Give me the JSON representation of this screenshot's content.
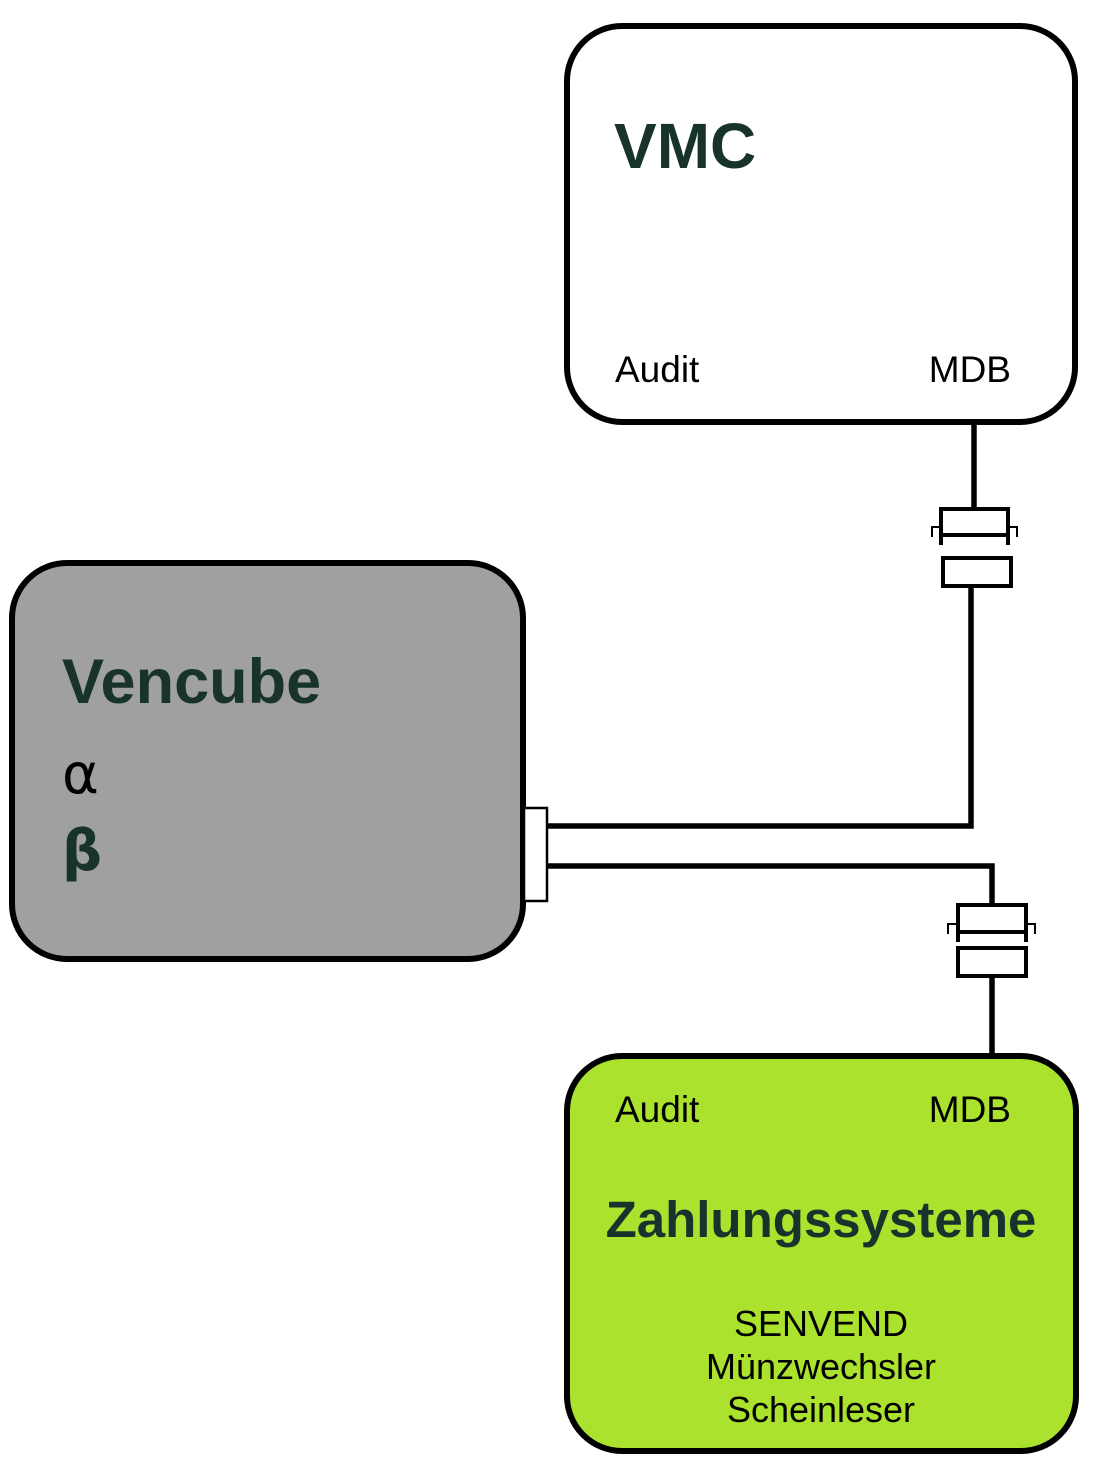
{
  "diagram": {
    "colors": {
      "vmc_fill": "#ffffff",
      "vencube_fill": "#A0A09F",
      "zahlung_fill": "#ABE22D",
      "title_text": "#17332B",
      "line": "#000000"
    },
    "nodes": {
      "vmc": {
        "title": "VMC",
        "port_left": "Audit",
        "port_right": "MDB"
      },
      "vencube": {
        "title": "Vencube",
        "line1": "α",
        "line2": "β"
      },
      "zahlung": {
        "title": "Zahlungssysteme",
        "port_left": "Audit",
        "port_right": "MDB",
        "items": [
          "SENVEND",
          "Münzwechsler",
          "Scheinleser"
        ]
      }
    },
    "edges": [
      {
        "from": "vencube",
        "to": "vmc",
        "to_port": "MDB",
        "connector": "plug"
      },
      {
        "from": "vencube",
        "to": "zahlung",
        "to_port": "MDB",
        "connector": "plug"
      }
    ]
  }
}
